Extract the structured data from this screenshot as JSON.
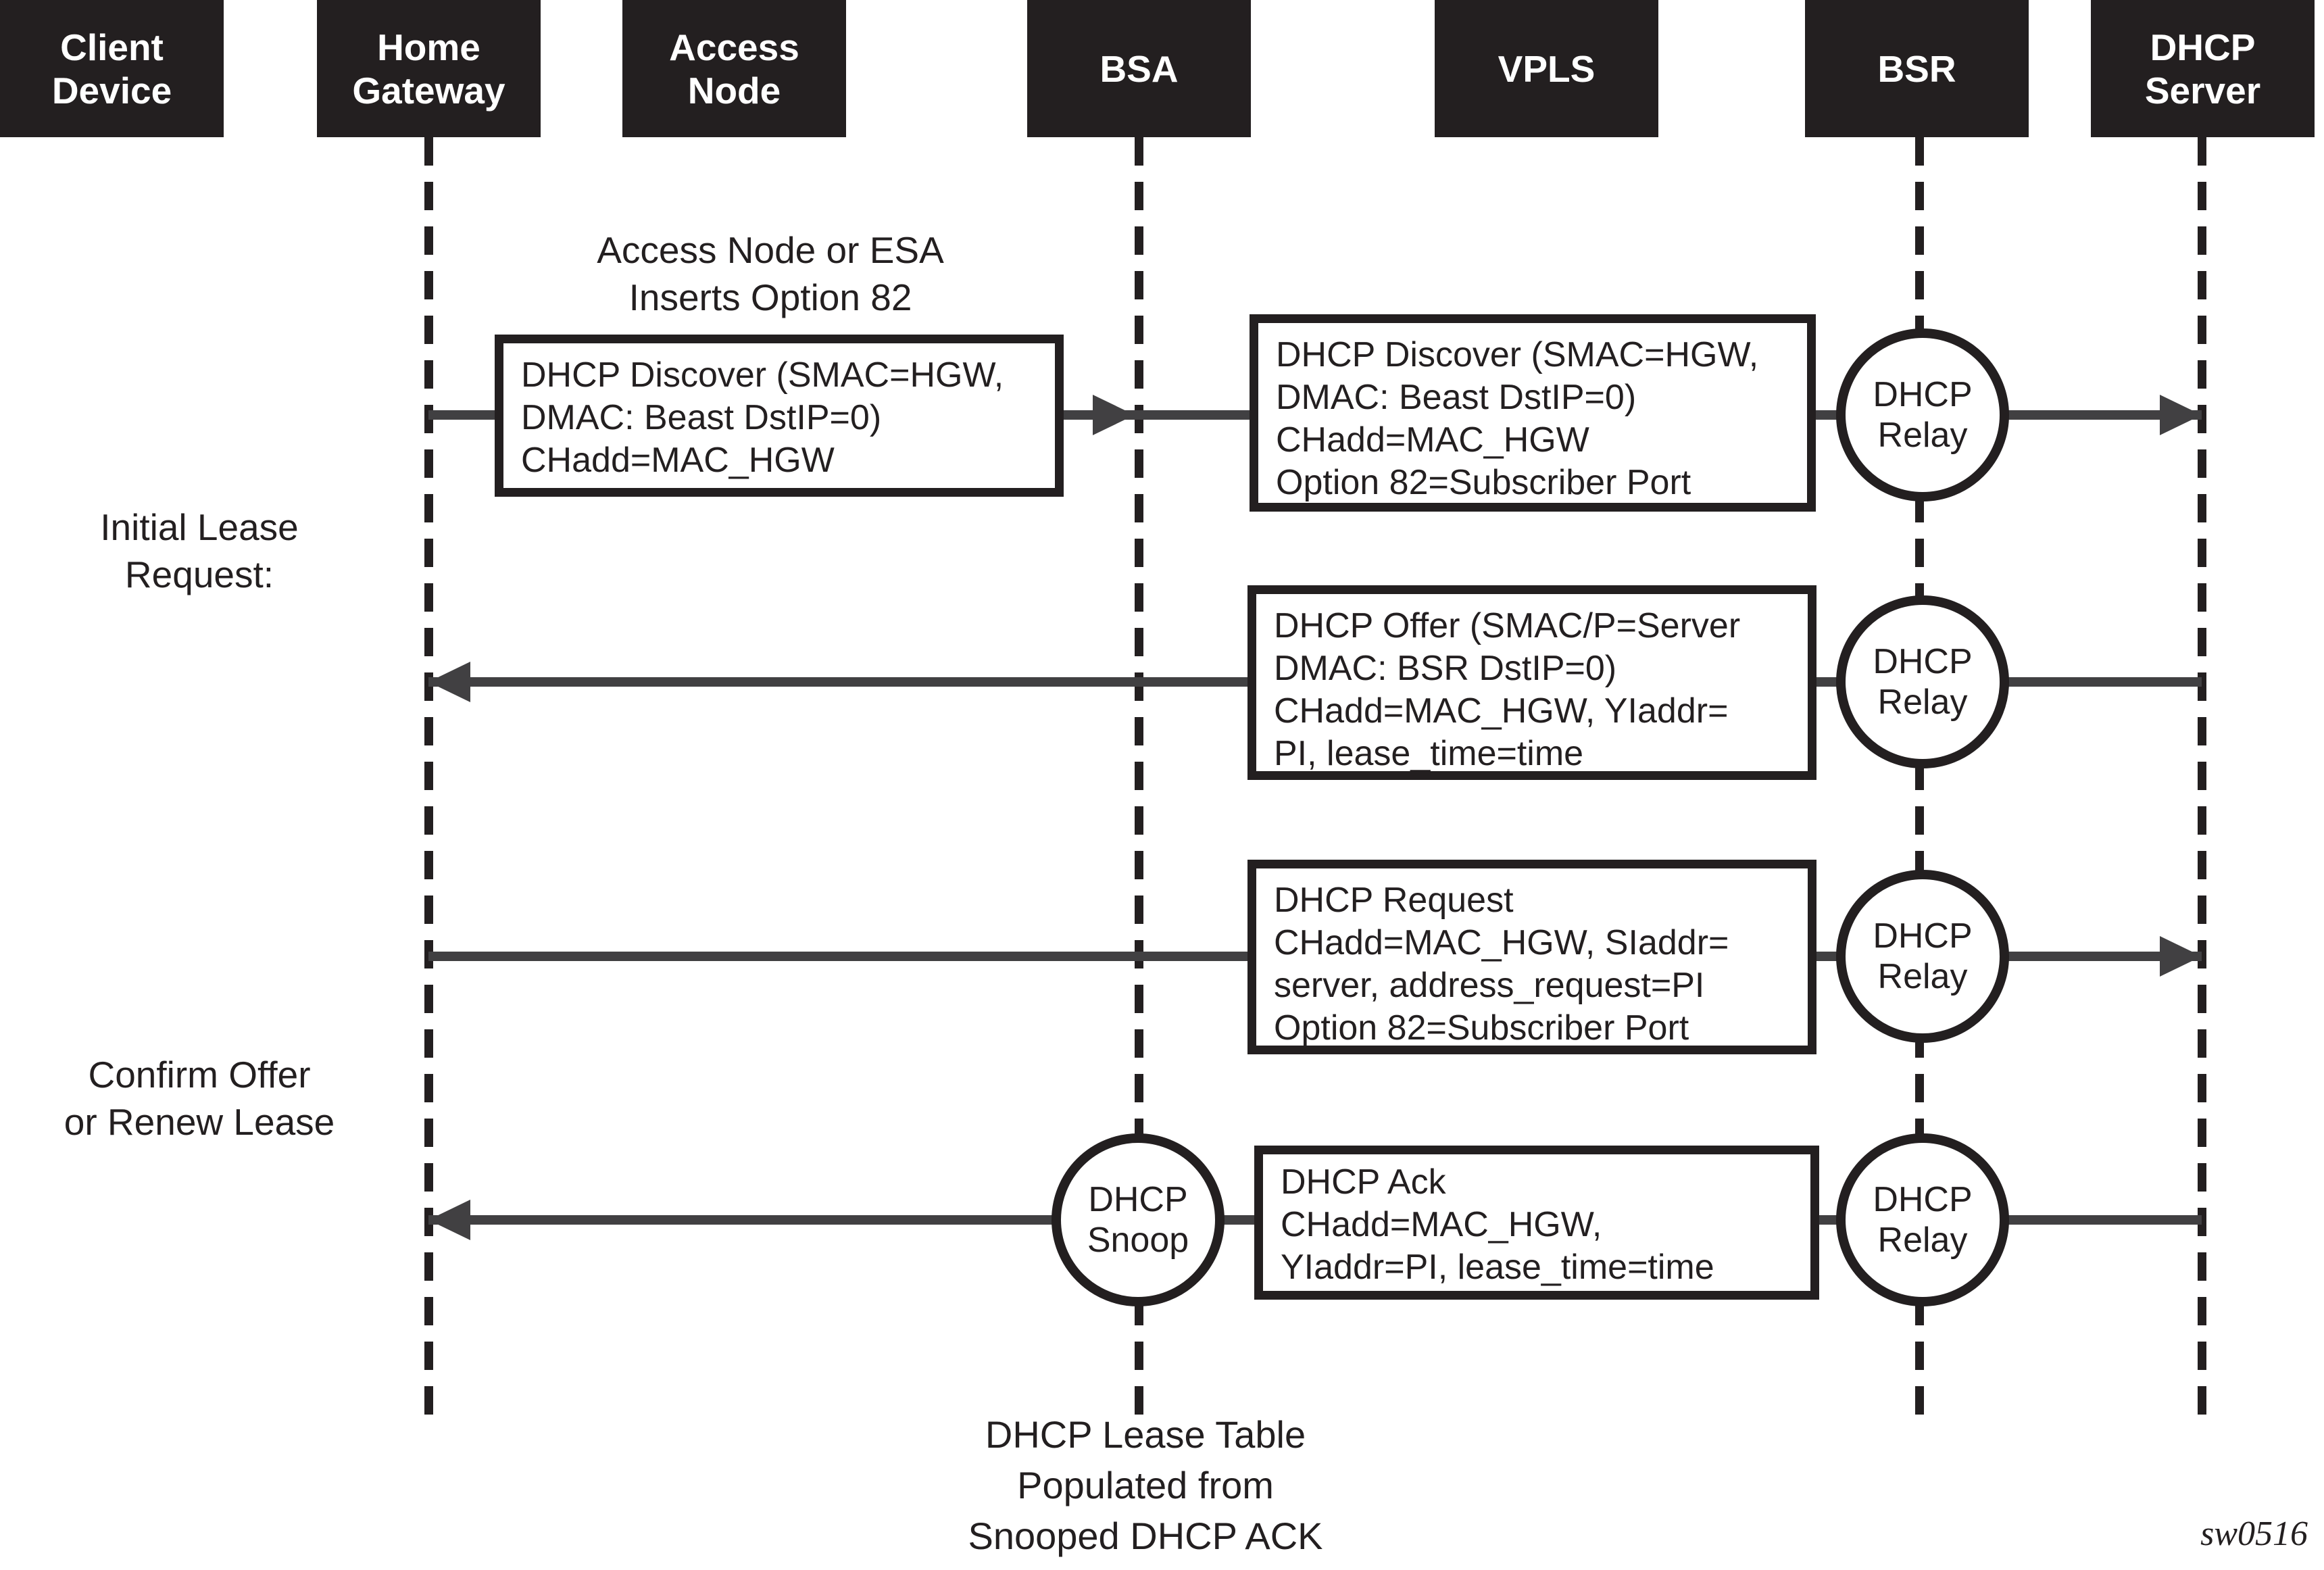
{
  "figure": {
    "watermark": "sw0516",
    "colors": {
      "ink": "#231f20",
      "arrow": "#414042",
      "header_text": "#ffffff",
      "background": "#ffffff"
    }
  },
  "actors": [
    {
      "label": "Client\nDevice"
    },
    {
      "label": "Home\nGateway"
    },
    {
      "label": "Access\nNode"
    },
    {
      "label": "BSA"
    },
    {
      "label": "VPLS"
    },
    {
      "label": "BSR"
    },
    {
      "label": "DHCP\nServer"
    }
  ],
  "annotations": {
    "access_node_note": "Access Node or ESA\nInserts Option 82",
    "initial_lease_label": "Initial Lease\nRequest:",
    "confirm_offer_label": "Confirm Offer\nor Renew Lease",
    "lease_table_note": "DHCP Lease Table\nPopulated from\nSnooped DHCP ACK"
  },
  "process_nodes": {
    "relay_label": "DHCP\nRelay",
    "snoop_label": "DHCP\nSnoop"
  },
  "messages": [
    {
      "name": "dhcp-discover-access",
      "text": "DHCP Discover (SMAC=HGW,\nDMAC: Beast DstIP=0)\nCHadd=MAC_HGW"
    },
    {
      "name": "dhcp-discover-vpls",
      "text": "DHCP Discover (SMAC=HGW,\nDMAC: Beast DstIP=0)\nCHadd=MAC_HGW\nOption 82=Subscriber Port"
    },
    {
      "name": "dhcp-offer",
      "text": "DHCP Offer (SMAC/P=Server\nDMAC: BSR DstIP=0)\nCHadd=MAC_HGW, YIaddr=\nPI, lease_time=time"
    },
    {
      "name": "dhcp-request",
      "text": "DHCP Request\nCHadd=MAC_HGW, SIaddr=\nserver, address_request=PI\nOption 82=Subscriber Port"
    },
    {
      "name": "dhcp-ack",
      "text": "DHCP Ack\nCHadd=MAC_HGW,\nYIaddr=PI, lease_time=time"
    }
  ]
}
